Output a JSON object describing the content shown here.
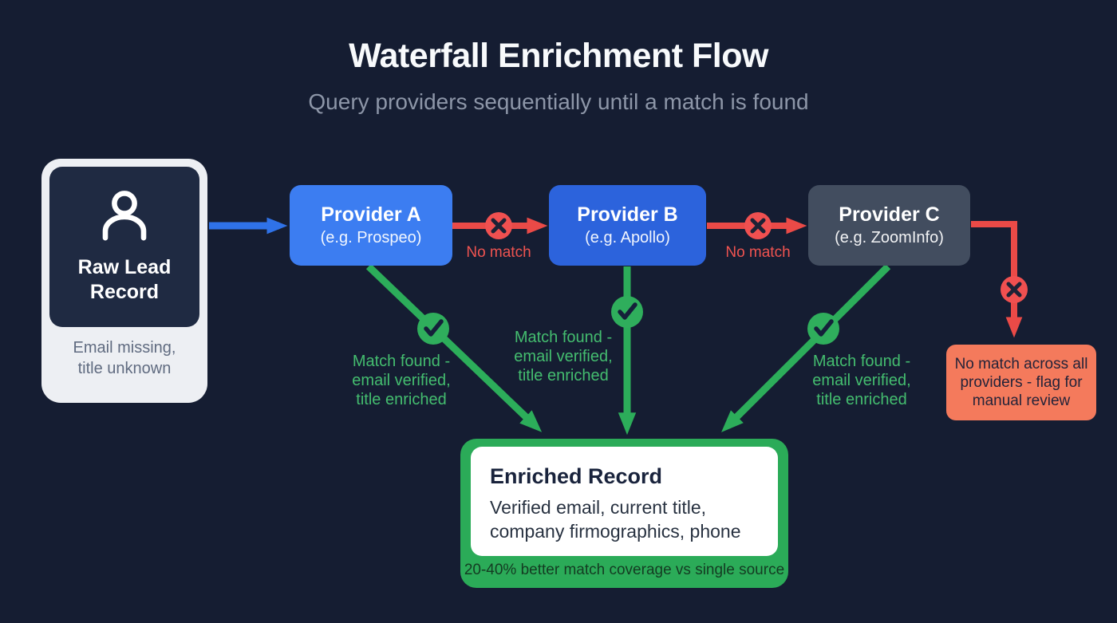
{
  "header": {
    "title": "Waterfall Enrichment Flow",
    "subtitle": "Query providers sequentially until a match is found"
  },
  "raw_lead": {
    "title": "Raw Lead Record",
    "note": "Email missing, title unknown",
    "icon": "person-icon"
  },
  "providers": [
    {
      "name": "Provider A",
      "example": "(e.g. Prospeo)",
      "color": "#3c7df1"
    },
    {
      "name": "Provider B",
      "example": "(e.g. Apollo)",
      "color": "#2c63dc"
    },
    {
      "name": "Provider C",
      "example": "(e.g. ZoomInfo)",
      "color": "#424d5f"
    }
  ],
  "labels": {
    "no_match": "No match",
    "match_found": "Match found -\nemail verified,\ntitle enriched"
  },
  "manual_review": {
    "text": "No match across all providers - flag for manual review",
    "color": "#f47a5c"
  },
  "enriched": {
    "title": "Enriched Record",
    "body": "Verified email, current title, company firmographics, phone",
    "footer": "20-40% better match coverage vs single source",
    "color": "#2bab58"
  },
  "icons": {
    "fail": "x-circle-icon",
    "success": "check-circle-icon",
    "lead": "person-icon"
  },
  "colors": {
    "background": "#151d32",
    "flow_blue": "#2f72e8",
    "fail_red": "#ea4a47",
    "success_green": "#2cad5a",
    "title_text": "#f8fafc",
    "subtitle_text": "#8d96a8"
  }
}
